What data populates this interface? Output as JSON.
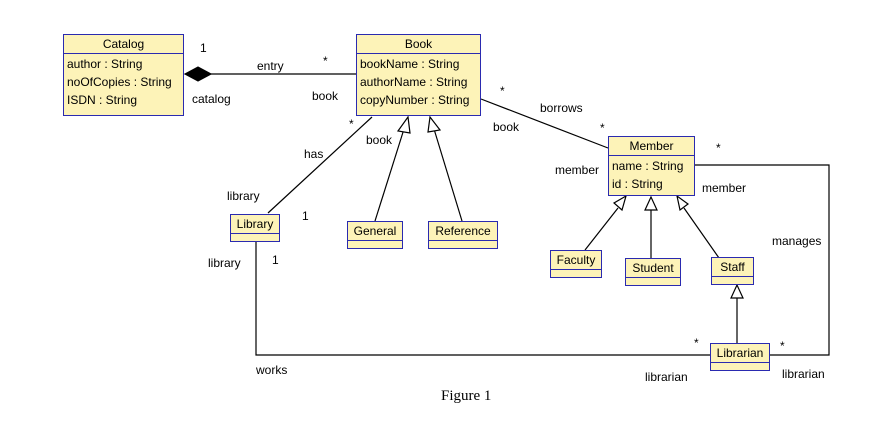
{
  "colors": {
    "class_fill": "#fdf3b8",
    "class_border": "#2a2ab0",
    "line": "#000000"
  },
  "classes": {
    "catalog": {
      "name": "Catalog",
      "attributes": [
        "author : String",
        "noOfCopies : String",
        "ISDN : String"
      ]
    },
    "book": {
      "name": "Book",
      "attributes": [
        "bookName : String",
        "authorName : String",
        "copyNumber : String"
      ]
    },
    "member": {
      "name": "Member",
      "attributes": [
        "name : String",
        "id : String"
      ]
    },
    "library": {
      "name": "Library"
    },
    "general": {
      "name": "General"
    },
    "reference": {
      "name": "Reference"
    },
    "faculty": {
      "name": "Faculty"
    },
    "student": {
      "name": "Student"
    },
    "staff": {
      "name": "Staff"
    },
    "librarian": {
      "name": "Librarian"
    }
  },
  "associations": {
    "catalog_book": {
      "name": "entry",
      "mult_catalog": "1",
      "mult_book": "*",
      "role_catalog": "catalog",
      "role_book": "book"
    },
    "book_member": {
      "name": "borrows",
      "mult_book": "*",
      "mult_member": "*",
      "role_book": "book",
      "role_member": "member"
    },
    "library_book": {
      "name": "has",
      "mult_book": "*",
      "mult_library": "1",
      "role_book": "book",
      "role_library": "library"
    },
    "library_librarian": {
      "name": "works",
      "mult_library": "1",
      "mult_librarian": "*",
      "role_library": "library",
      "role_librarian": "librarian"
    },
    "member_librarian": {
      "name": "manages",
      "mult_member": "*",
      "mult_librarian": "*",
      "role_member": "member",
      "role_librarian": "librarian"
    }
  },
  "caption": "Figure 1"
}
